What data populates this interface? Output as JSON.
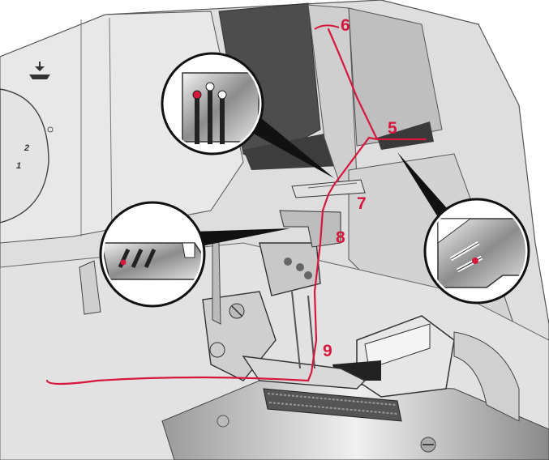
{
  "thread_color": "#d6183c",
  "machine_color": "#d9d9d9",
  "steps": [
    {
      "label": "6"
    },
    {
      "label": "5"
    },
    {
      "label": "7"
    },
    {
      "label": "8"
    },
    {
      "label": "9"
    }
  ],
  "dial": {
    "icon": "presser-foot-lower-icon",
    "numbers": [
      "2",
      "1"
    ]
  },
  "insets": [
    {
      "name": "tension-disc-guide-inset"
    },
    {
      "name": "slotted-thread-guide-inset"
    },
    {
      "name": "angled-slot-guide-inset"
    }
  ]
}
